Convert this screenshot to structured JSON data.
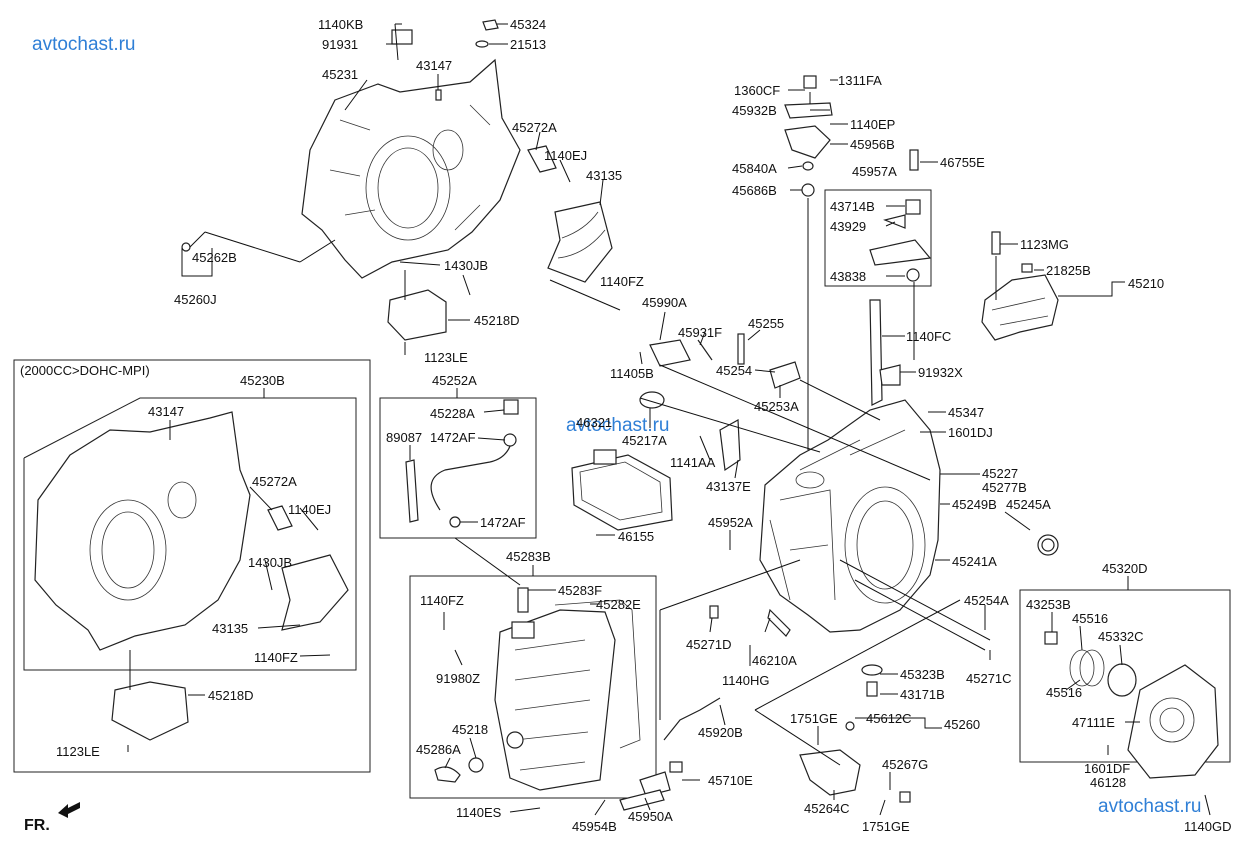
{
  "watermark": "avtochast.ru",
  "variant_note": "(2000CC>DOHC-MPI)",
  "front_indicator": "FR.",
  "parts": [
    {
      "id": "p0",
      "label": "1140KB"
    },
    {
      "id": "p1",
      "label": "45324"
    },
    {
      "id": "p2",
      "label": "91931"
    },
    {
      "id": "p3",
      "label": "21513"
    },
    {
      "id": "p4",
      "label": "45231"
    },
    {
      "id": "p5",
      "label": "43147"
    },
    {
      "id": "p6",
      "label": "45272A"
    },
    {
      "id": "p7",
      "label": "1140EJ"
    },
    {
      "id": "p8",
      "label": "43135"
    },
    {
      "id": "p9",
      "label": "45262B"
    },
    {
      "id": "p10",
      "label": "45260J"
    },
    {
      "id": "p11",
      "label": "1430JB"
    },
    {
      "id": "p12",
      "label": "1140FZ"
    },
    {
      "id": "p13",
      "label": "45218D"
    },
    {
      "id": "p14",
      "label": "1123LE"
    },
    {
      "id": "p15",
      "label": "45230B"
    },
    {
      "id": "p16",
      "label": "43147"
    },
    {
      "id": "p17",
      "label": "45272A"
    },
    {
      "id": "p18",
      "label": "1140EJ"
    },
    {
      "id": "p19",
      "label": "1430JB"
    },
    {
      "id": "p20",
      "label": "43135"
    },
    {
      "id": "p21",
      "label": "1140FZ"
    },
    {
      "id": "p22",
      "label": "45218D"
    },
    {
      "id": "p23",
      "label": "1123LE"
    },
    {
      "id": "p24",
      "label": "45252A"
    },
    {
      "id": "p25",
      "label": "45228A"
    },
    {
      "id": "p26",
      "label": "89087"
    },
    {
      "id": "p27",
      "label": "1472AF"
    },
    {
      "id": "p28",
      "label": "1472AF"
    },
    {
      "id": "p29",
      "label": "45283B"
    },
    {
      "id": "p30",
      "label": "1140FZ"
    },
    {
      "id": "p31",
      "label": "45283F"
    },
    {
      "id": "p32",
      "label": "45282E"
    },
    {
      "id": "p33",
      "label": "91980Z"
    },
    {
      "id": "p34",
      "label": "45218"
    },
    {
      "id": "p35",
      "label": "45286A"
    },
    {
      "id": "p36",
      "label": "1140ES"
    },
    {
      "id": "p37",
      "label": "1360CF"
    },
    {
      "id": "p38",
      "label": "1311FA"
    },
    {
      "id": "p39",
      "label": "45932B"
    },
    {
      "id": "p40",
      "label": "1140EP"
    },
    {
      "id": "p41",
      "label": "45956B"
    },
    {
      "id": "p42",
      "label": "45840A"
    },
    {
      "id": "p43",
      "label": "46755E"
    },
    {
      "id": "p44",
      "label": "45957A"
    },
    {
      "id": "p45",
      "label": "45686B"
    },
    {
      "id": "p46",
      "label": "43714B"
    },
    {
      "id": "p47",
      "label": "43929"
    },
    {
      "id": "p48",
      "label": "43838"
    },
    {
      "id": "p49",
      "label": "1123MG"
    },
    {
      "id": "p50",
      "label": "21825B"
    },
    {
      "id": "p51",
      "label": "45210"
    },
    {
      "id": "p52",
      "label": "45990A"
    },
    {
      "id": "p53",
      "label": "45931F"
    },
    {
      "id": "p54",
      "label": "45255"
    },
    {
      "id": "p55",
      "label": "1140FC"
    },
    {
      "id": "p56",
      "label": "11405B"
    },
    {
      "id": "p57",
      "label": "45254"
    },
    {
      "id": "p58",
      "label": "91932X"
    },
    {
      "id": "p59",
      "label": "45253A"
    },
    {
      "id": "p60",
      "label": "45347"
    },
    {
      "id": "p61",
      "label": "46321"
    },
    {
      "id": "p62",
      "label": "45217A"
    },
    {
      "id": "p63",
      "label": "1601DJ"
    },
    {
      "id": "p64",
      "label": "1141AA"
    },
    {
      "id": "p65",
      "label": "43137E"
    },
    {
      "id": "p66",
      "label": "45227"
    },
    {
      "id": "p67",
      "label": "45277B"
    },
    {
      "id": "p68",
      "label": "45249B"
    },
    {
      "id": "p69",
      "label": "45245A"
    },
    {
      "id": "p70",
      "label": "45952A"
    },
    {
      "id": "p71",
      "label": "46155"
    },
    {
      "id": "p72",
      "label": "45241A"
    },
    {
      "id": "p73",
      "label": "45320D"
    },
    {
      "id": "p74",
      "label": "45254A"
    },
    {
      "id": "p75",
      "label": "43253B"
    },
    {
      "id": "p76",
      "label": "45516"
    },
    {
      "id": "p77",
      "label": "45332C"
    },
    {
      "id": "p78",
      "label": "45271D"
    },
    {
      "id": "p79",
      "label": "46210A"
    },
    {
      "id": "p80",
      "label": "45323B"
    },
    {
      "id": "p81",
      "label": "45271C"
    },
    {
      "id": "p82",
      "label": "1140HG"
    },
    {
      "id": "p83",
      "label": "43171B"
    },
    {
      "id": "p84",
      "label": "45516"
    },
    {
      "id": "p85",
      "label": "47111E"
    },
    {
      "id": "p86",
      "label": "1751GE"
    },
    {
      "id": "p87",
      "label": "45612C"
    },
    {
      "id": "p88",
      "label": "45260"
    },
    {
      "id": "p89",
      "label": "45920B"
    },
    {
      "id": "p90",
      "label": "1601DF"
    },
    {
      "id": "p91",
      "label": "46128"
    },
    {
      "id": "p92",
      "label": "45267G"
    },
    {
      "id": "p93",
      "label": "45710E"
    },
    {
      "id": "p94",
      "label": "45264C"
    },
    {
      "id": "p95",
      "label": "1140GD"
    },
    {
      "id": "p96",
      "label": "45954B"
    },
    {
      "id": "p97",
      "label": "45950A"
    },
    {
      "id": "p98",
      "label": "1751GE"
    }
  ]
}
